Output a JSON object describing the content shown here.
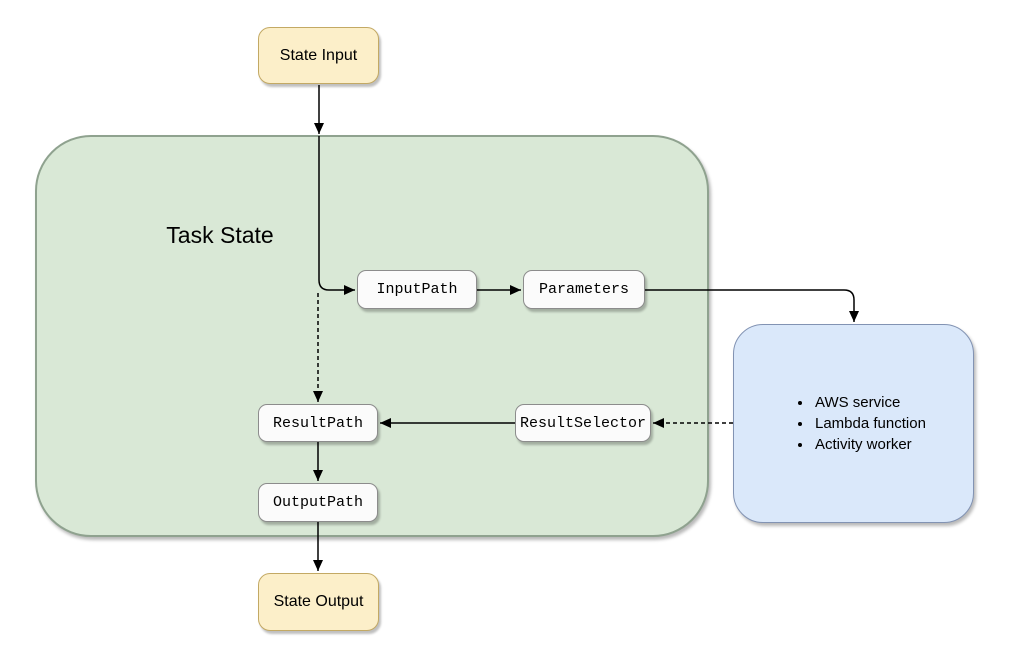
{
  "diagram": {
    "nodes": {
      "state_input": {
        "label": "State Input"
      },
      "task_state": {
        "label": "Task State"
      },
      "input_path": {
        "label": "InputPath"
      },
      "parameters": {
        "label": "Parameters"
      },
      "result_selector": {
        "label": "ResultSelector"
      },
      "result_path": {
        "label": "ResultPath"
      },
      "output_path": {
        "label": "OutputPath"
      },
      "task_resource": {
        "items": [
          "AWS service",
          "Lambda function",
          "Activity worker"
        ]
      },
      "state_output": {
        "label": "State Output"
      }
    },
    "edges": [
      {
        "from": "state_input",
        "to": "task_state",
        "style": "solid"
      },
      {
        "from": "task_state_entry",
        "to": "input_path",
        "style": "solid"
      },
      {
        "from": "input_path",
        "to": "parameters",
        "style": "solid"
      },
      {
        "from": "parameters",
        "to": "task_resource",
        "style": "solid"
      },
      {
        "from": "task_state_entry",
        "to": "result_path",
        "style": "dashed"
      },
      {
        "from": "task_resource",
        "to": "result_selector",
        "style": "dashed"
      },
      {
        "from": "result_selector",
        "to": "result_path",
        "style": "solid"
      },
      {
        "from": "result_path",
        "to": "output_path",
        "style": "solid"
      },
      {
        "from": "output_path",
        "to": "state_output",
        "style": "solid"
      }
    ],
    "colors": {
      "state_fill": "#fcefc9",
      "state_stroke": "#c3a964",
      "container_fill": "#d9e8d6",
      "container_stroke": "#8fa28f",
      "resource_fill": "#dae8fa",
      "resource_stroke": "#8293b3",
      "step_fill": "#fbfbfb",
      "step_stroke": "#8c8c8c",
      "connector": "#000000"
    }
  }
}
